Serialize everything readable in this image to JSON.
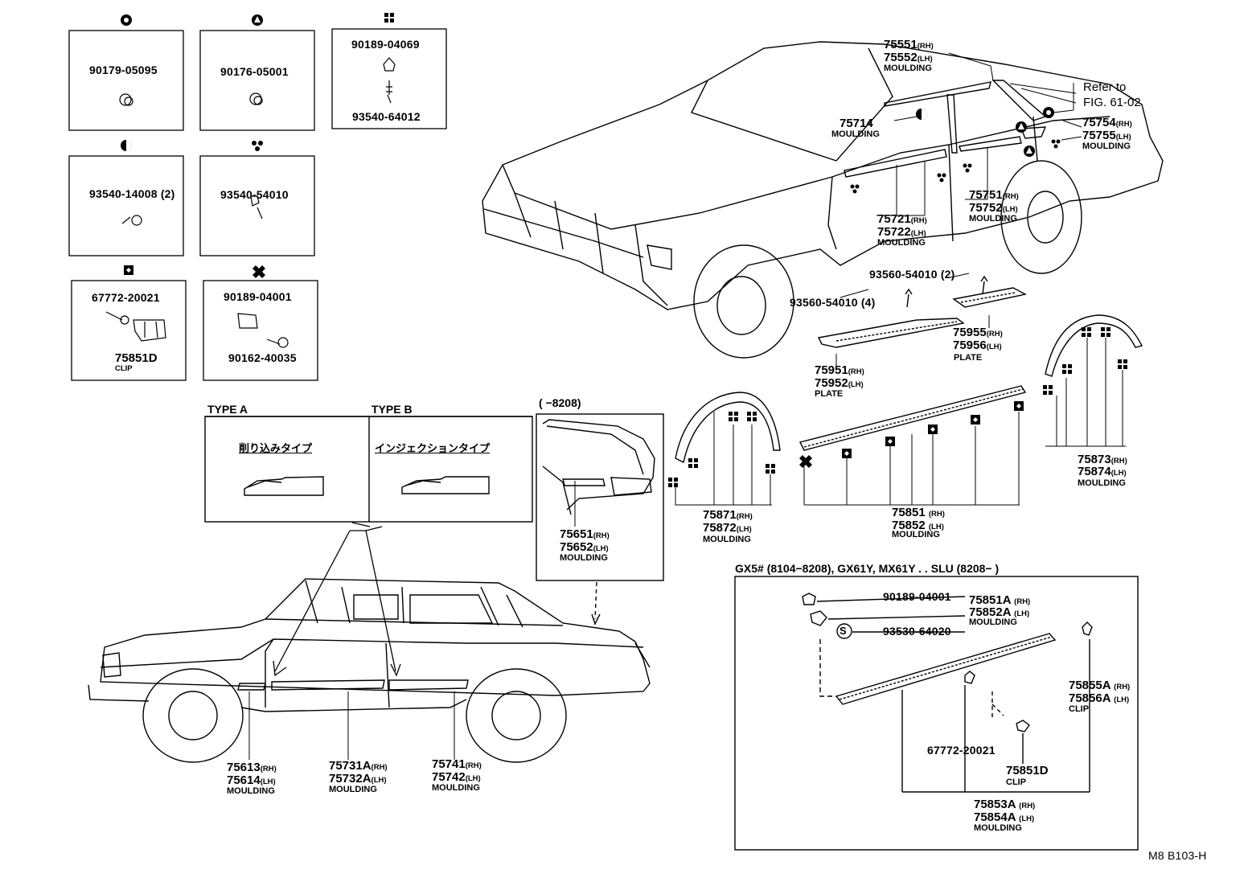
{
  "fasteners": {
    "b1": {
      "part": "90179-05095"
    },
    "b2": {
      "part": "90176-05001"
    },
    "b3": {
      "part_top": "90189-04069",
      "part_bottom": "93540-64012"
    },
    "b4": {
      "part": "93540-14008 (2)"
    },
    "b5": {
      "part": "93540-54010"
    },
    "b6": {
      "part": "67772-20021",
      "clip_part": "75851D",
      "clip_label": "CLIP"
    },
    "b7": {
      "part_top": "90189-04001",
      "part_bottom": "90162-40035"
    }
  },
  "types": {
    "a_label": "TYPE A",
    "b_label": "TYPE B",
    "a_jp": "削り込みタイプ",
    "b_jp": "インジェクションタイプ"
  },
  "inset_range": "(  −8208)",
  "parts": {
    "p75551": {
      "rh": "75551",
      "rh_tag": "(RH)",
      "lh": "75552",
      "lh_tag": "(LH)",
      "name": "MOULDING"
    },
    "p75714": {
      "num": "75714",
      "name": "MOULDING"
    },
    "refer": {
      "line1": "Refer to",
      "line2": "FIG. 61-02"
    },
    "p75754": {
      "rh": "75754",
      "rh_tag": "(RH)",
      "lh": "75755",
      "lh_tag": "(LH)",
      "name": "MOULDING"
    },
    "p75751": {
      "rh": "75751",
      "rh_tag": "(RH)",
      "lh": "75752",
      "lh_tag": "(LH)",
      "name": "MOULDING"
    },
    "p75721": {
      "rh": "75721",
      "rh_tag": "(RH)",
      "lh": "75722",
      "lh_tag": "(LH)",
      "name": "MOULDING"
    },
    "screw2": "93560-54010 (2)",
    "screw4": "93560-54010 (4)",
    "p75955": {
      "rh": "75955",
      "rh_tag": "(RH)",
      "lh": "75956",
      "lh_tag": "(LH)",
      "name": "PLATE"
    },
    "p75951": {
      "rh": "75951",
      "rh_tag": "(RH)",
      "lh": "75952",
      "lh_tag": "(LH)",
      "name": "PLATE"
    },
    "p75873": {
      "rh": "75873",
      "rh_tag": "(RH)",
      "lh": "75874",
      "lh_tag": "(LH)",
      "name": "MOULDING"
    },
    "p75871": {
      "rh": "75871",
      "rh_tag": "(RH)",
      "lh": "75872",
      "lh_tag": "(LH)",
      "name": "MOULDING"
    },
    "p75851": {
      "rh": "75851",
      "rh_tag": "(RH)",
      "lh": "75852",
      "lh_tag": "(LH)",
      "name": "MOULDING"
    },
    "p75651": {
      "rh": "75651",
      "rh_tag": "(RH)",
      "lh": "75652",
      "lh_tag": "(LH)",
      "name": "MOULDING"
    },
    "p75613": {
      "rh": "75613",
      "rh_tag": "(RH)",
      "lh": "75614",
      "lh_tag": "(LH)",
      "name": "MOULDING"
    },
    "p75731": {
      "rh": "75731A",
      "rh_tag": "(RH)",
      "lh": "75732A",
      "lh_tag": "(LH)",
      "name": "MOULDING"
    },
    "p75741": {
      "rh": "75741",
      "rh_tag": "(RH)",
      "lh": "75742",
      "lh_tag": "(LH)",
      "name": "MOULDING"
    }
  },
  "gx": {
    "title": "GX5# (8104−8208), GX61Y, MX61Y . . SLU (8208−        )",
    "n1": "90189-04001",
    "n2": "93530-64020",
    "s_symbol": "S",
    "p75851a": {
      "rh": "75851A",
      "rh_tag": "(RH)",
      "lh": "75852A",
      "lh_tag": "(LH)",
      "name": "MOULDING"
    },
    "p75855a": {
      "rh": "75855A",
      "rh_tag": "(RH)",
      "lh": "75856A",
      "lh_tag": "(LH)",
      "name": "CLIP"
    },
    "n3": "67772-20021",
    "p75851d": {
      "num": "75851D",
      "name": "CLIP"
    },
    "p75853a": {
      "rh": "75853A",
      "rh_tag": "(RH)",
      "lh": "75854A",
      "lh_tag": "(LH)",
      "name": "MOULDING"
    }
  },
  "footer": "M8  B103-H"
}
